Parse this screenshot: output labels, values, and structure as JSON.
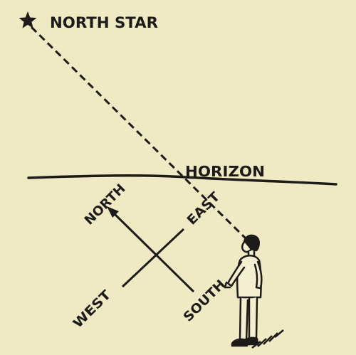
{
  "labels": {
    "north_star": "NORTH STAR",
    "horizon": "HORIZON",
    "north": "NORTH",
    "east": "EAST",
    "west": "WEST",
    "south": "SOUTH"
  },
  "colors": {
    "paper": "#efe9c4",
    "ink": "#1d1b17",
    "figure_fill": "#f4efd0"
  },
  "icons": {
    "star": "five-point-star",
    "observer": "standing-person-looking-up"
  }
}
